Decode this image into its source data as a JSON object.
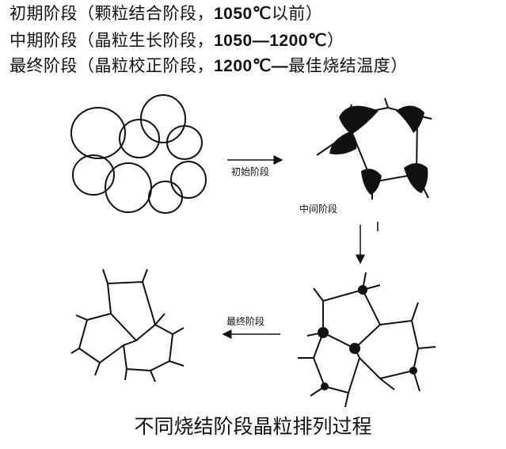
{
  "header_lines": [
    {
      "stage": "初期阶段",
      "open": "（",
      "desc": "颗粒结合阶段，",
      "temp": "1050℃",
      "tail": "以前",
      "close": "）"
    },
    {
      "stage": "中期阶段",
      "open": "（",
      "desc": "晶粒生长阶段，",
      "temp": "1050—1200℃",
      "tail": "",
      "close": "）"
    },
    {
      "stage": "最终阶段",
      "open": "（",
      "desc": "晶粒校正阶段，",
      "temp": "1200℃—",
      "tail": "最佳烧结温度",
      "close": "）"
    }
  ],
  "arrow_labels": {
    "initial": "初始阶段",
    "middle": "中间阶段",
    "final": "最终阶段"
  },
  "caption": "不同烧结阶段晶粒排列过程",
  "colors": {
    "ink": "#111111",
    "background": "#ffffff"
  }
}
